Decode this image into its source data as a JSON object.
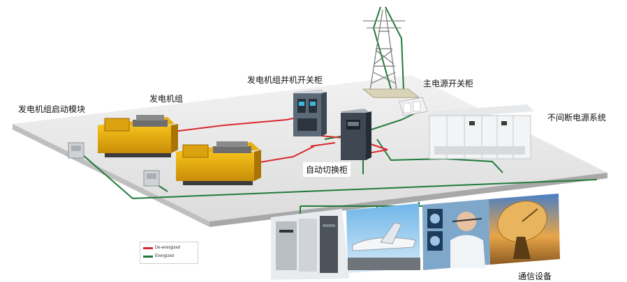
{
  "labels": {
    "genset_start_module": "发电机组启动模块",
    "generator_set": "发电机组",
    "parallel_switchgear": "发电机组并机开关柜",
    "main_switchgear": "主电源开关柜",
    "ups": "不间断电源系统",
    "ats": "自动切换柜",
    "telecom": "通信设备"
  },
  "legend": {
    "deenergized_label": "De-energized",
    "energized_label": "Energized",
    "deenergized_color": "#d9282f",
    "energized_color": "#1f7a3a"
  },
  "icons": {
    "generator": "cat-generator-icon",
    "tower": "power-tower-icon",
    "switchgear": "switchgear-cabinet-icon",
    "ups": "ups-cabinet-icon",
    "loads": [
      "data-center-photo",
      "airplane-photo",
      "medical-photo",
      "satellite-dish-photo"
    ]
  }
}
